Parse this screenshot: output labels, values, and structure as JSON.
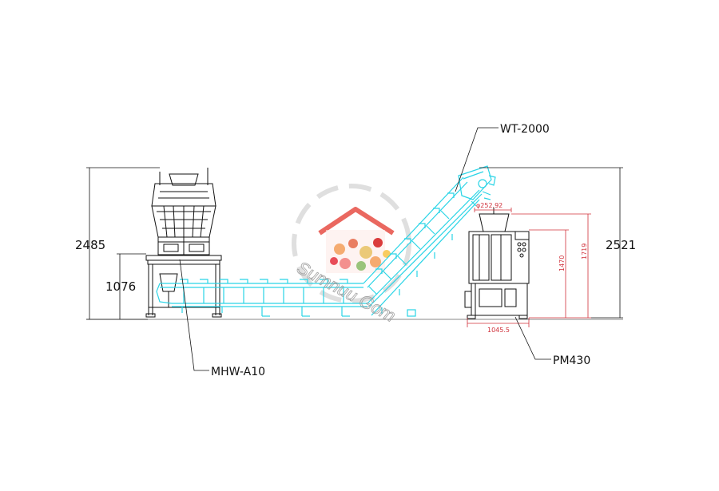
{
  "labels": {
    "elevator": "WT-2000",
    "weigher": "MHW-A10",
    "packer": "PM430"
  },
  "dimensions": {
    "weigher_total_height": "2485",
    "weigher_platform_height": "1076",
    "elevator_total_height": "2521",
    "packer_width": "1045.5",
    "packer_height_inner": "1470",
    "packer_height_outer": "1719",
    "hopper_diameter": "φ252.92"
  },
  "watermark": {
    "text": "Sumnuu Gom"
  },
  "colors": {
    "line_black": "#111111",
    "conveyor_cyan": "#2ad4e6",
    "dimension_red": "#d0303a",
    "watermark_gray": "#d9d9d9",
    "logo_red": "#e8584f"
  }
}
